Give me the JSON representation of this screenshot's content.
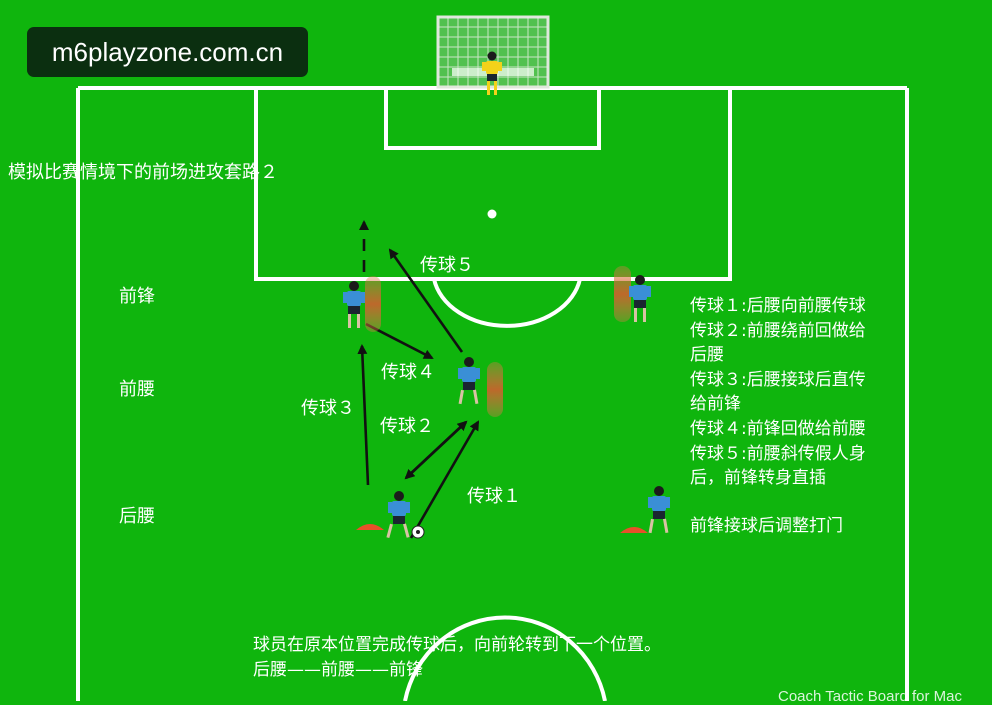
{
  "site_badge": "m6playzone.com.cn",
  "title": "模拟比赛情境下的前场进攻套路２",
  "positions": {
    "forward": "前锋",
    "attacking_mid": "前腰",
    "defensive_mid": "后腰"
  },
  "pass_labels": {
    "pass1": "传球１",
    "pass2": "传球２",
    "pass3": "传球３",
    "pass4": "传球４",
    "pass5": "传球５"
  },
  "legend": {
    "line1": "传球１:后腰向前腰传球",
    "line2": "传球２:前腰绕前回做给",
    "line3": "后腰",
    "line4": "传球３:后腰接球后直传",
    "line5": "给前锋",
    "line6": "传球４:前锋回做给前腰",
    "line7": "传球５:前腰斜传假人身",
    "line8": "后，前锋转身直插",
    "line9": "前锋接球后调整打门"
  },
  "rotation_note": {
    "line1": "球员在原本位置完成传球后，向前轮转到下一个位置。",
    "line2": "后腰——前腰——前锋"
  },
  "watermark": "Coach Tactic Board for Mac",
  "colors": {
    "pitch": "#0fb50d",
    "lines": "#ffffff",
    "jersey": "#3a8fd6",
    "shorts": "#1a2530",
    "keeper": "#f3d21a",
    "cone": "#e8502a",
    "dummy": "#d06a3c",
    "badge": "#0b2f10"
  }
}
